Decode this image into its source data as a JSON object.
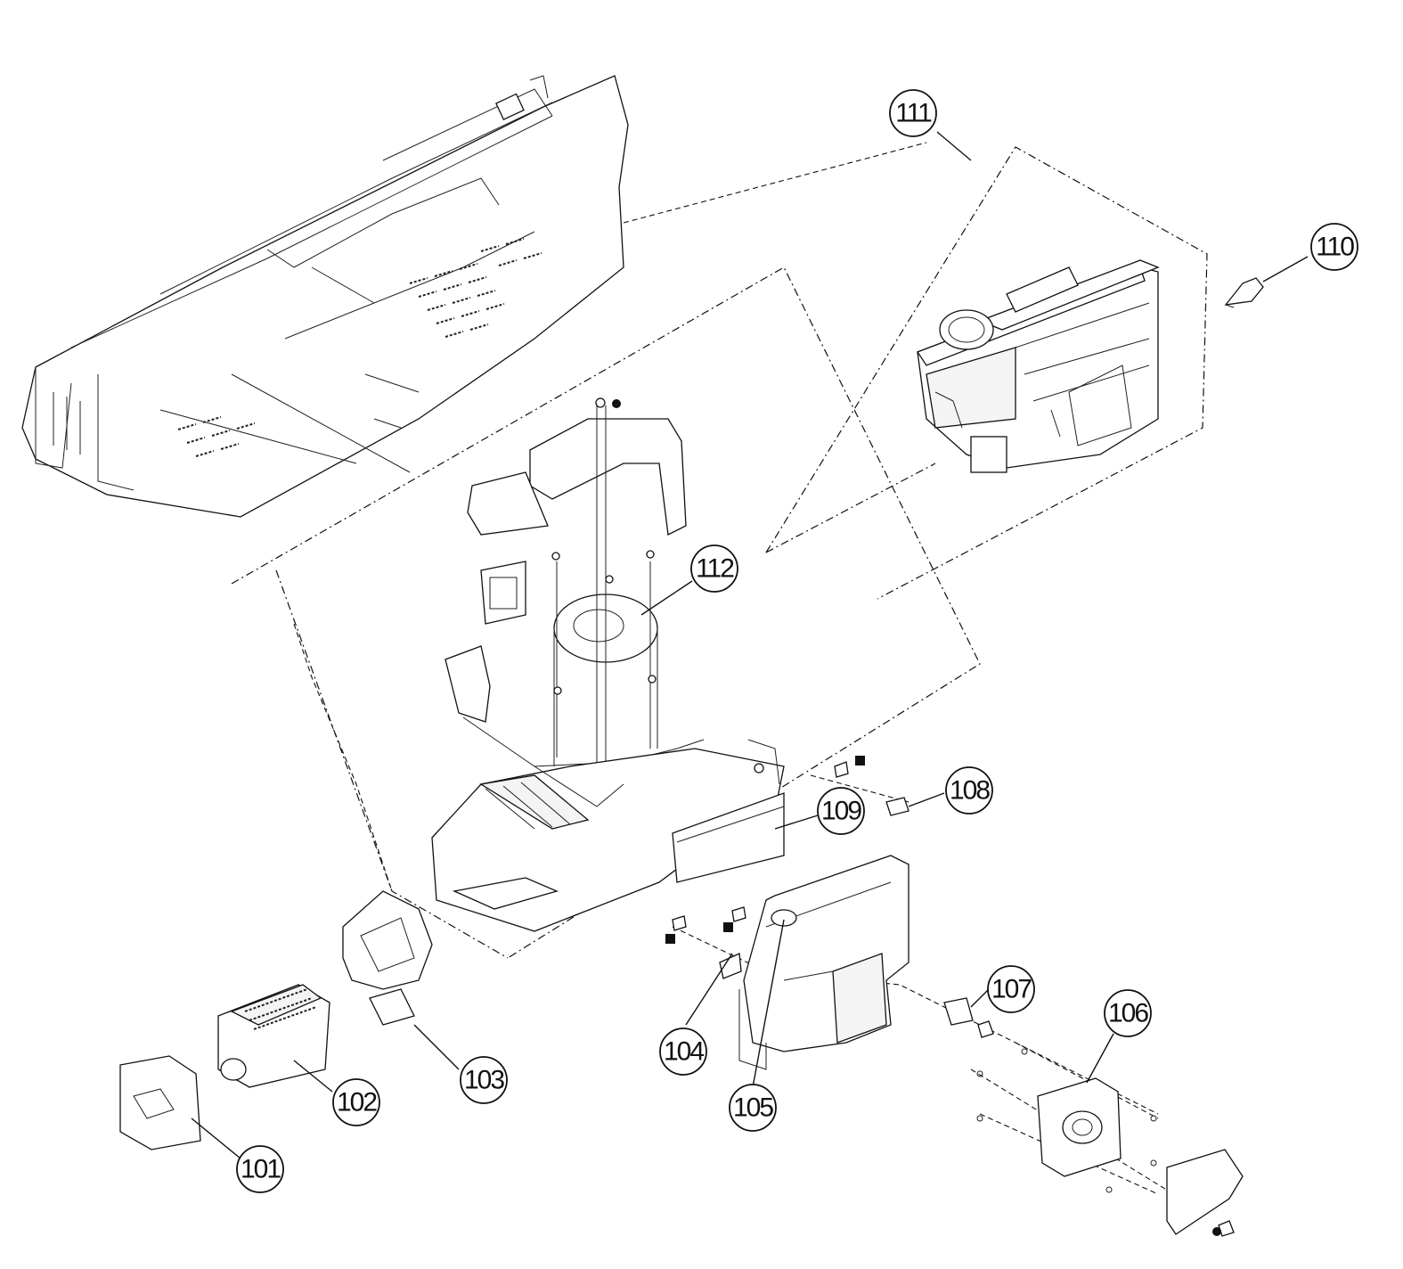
{
  "diagram": {
    "callouts": [
      {
        "id": "111",
        "label": "111"
      },
      {
        "id": "110",
        "label": "110"
      },
      {
        "id": "112",
        "label": "112"
      },
      {
        "id": "108",
        "label": "108"
      },
      {
        "id": "109",
        "label": "109"
      },
      {
        "id": "107",
        "label": "107"
      },
      {
        "id": "106",
        "label": "106"
      },
      {
        "id": "104",
        "label": "104"
      },
      {
        "id": "105",
        "label": "105"
      },
      {
        "id": "103",
        "label": "103"
      },
      {
        "id": "102",
        "label": "102"
      },
      {
        "id": "101",
        "label": "101"
      }
    ],
    "colors": {
      "line": "#111111",
      "background": "#ffffff"
    }
  }
}
